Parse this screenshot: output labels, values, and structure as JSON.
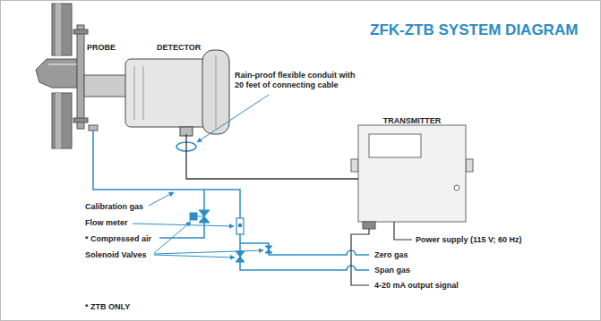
{
  "diagram": {
    "title": "ZFK-ZTB SYSTEM DIAGRAM",
    "nodes": [
      {
        "text": [
          "PROBE"
        ]
      },
      {
        "text": [
          "DETECTOR"
        ]
      },
      {
        "text": [
          "TRANSMITTER"
        ]
      }
    ],
    "edges": [
      {
        "from": 1,
        "to": 2,
        "arrow": "none"
      }
    ],
    "labels": [
      "Rain-proof flexible conduit with 20 feet of connecting cable",
      "Calibration gas",
      "Flow meter",
      "* Compressed air",
      "Solenoid Valves",
      "Power supply (115 V; 60 Hz)",
      "Zero gas",
      "Span gas",
      "4-20 mA output signal",
      "* ZTB ONLY"
    ]
  }
}
